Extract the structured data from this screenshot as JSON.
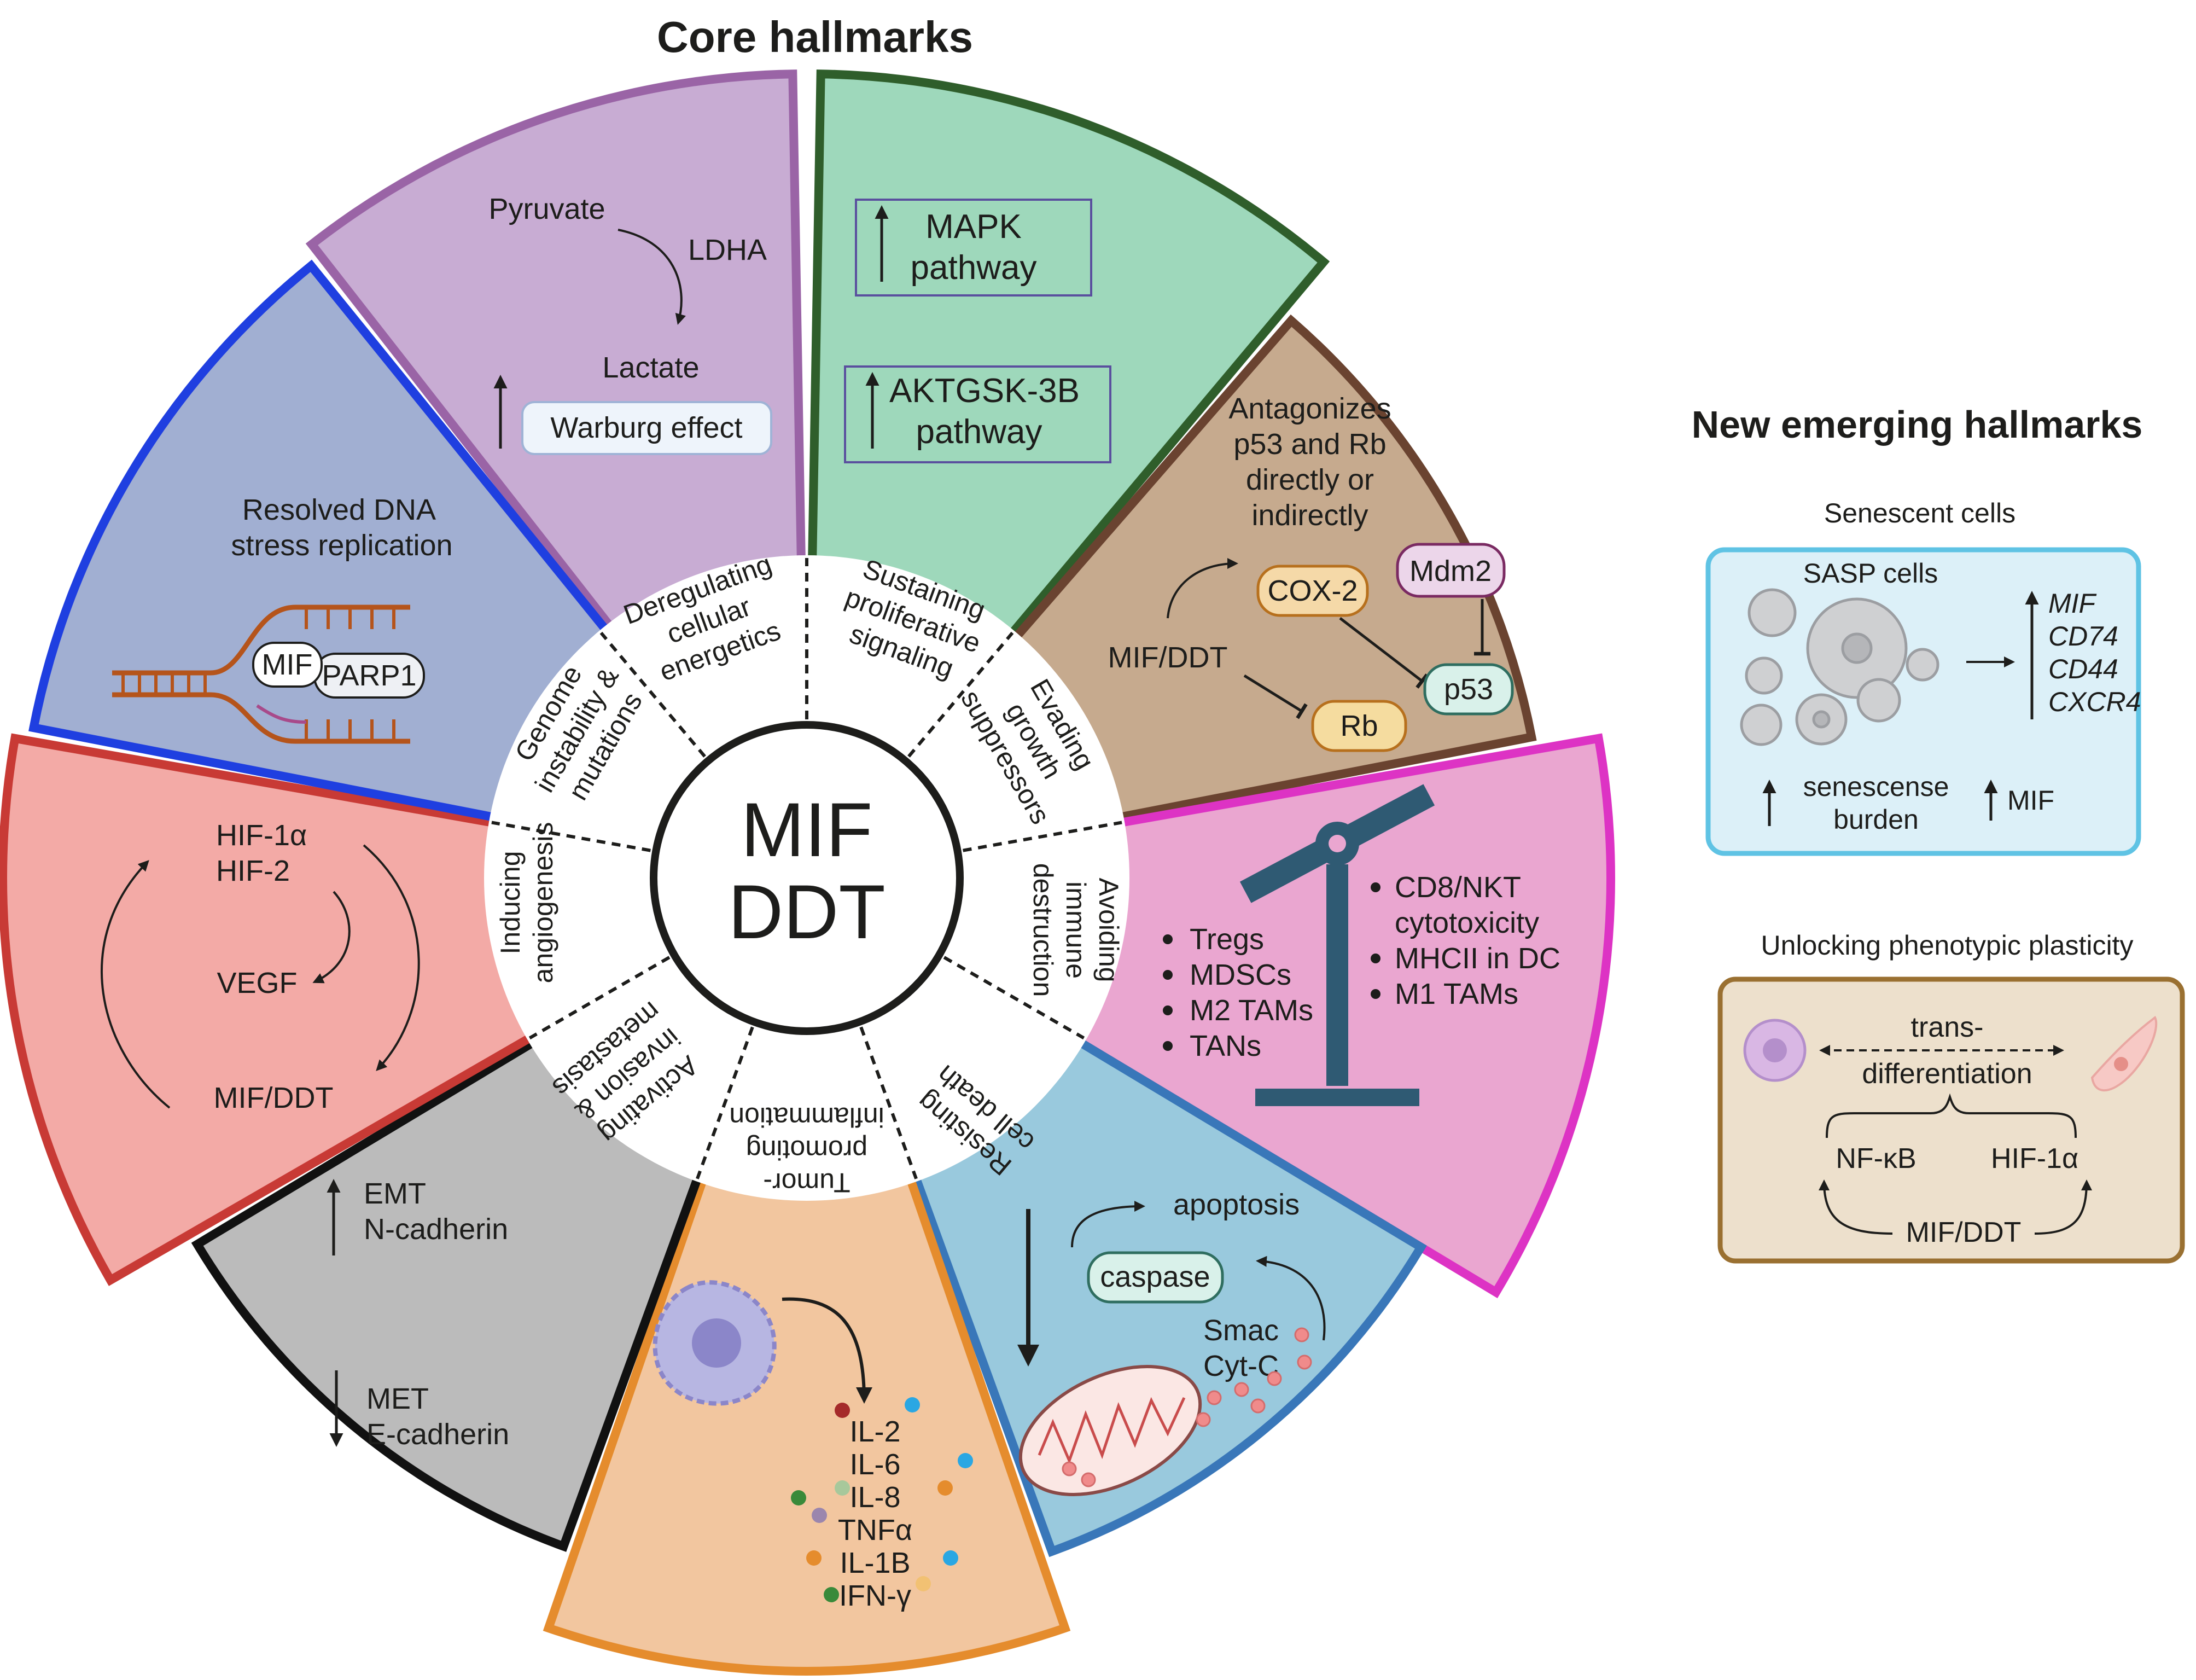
{
  "titles": {
    "core": "Core hallmarks",
    "emerging": "New emerging hallmarks"
  },
  "center": {
    "line1": "MIF",
    "line2": "DDT"
  },
  "colors": {
    "energetics": "#c8acd3",
    "energetics_border": "#9a64a6",
    "proliferative": "#9ed8bb",
    "proliferative_border": "#2f5e2b",
    "growth": "#c6aa8e",
    "growth_border": "#6a4330",
    "immune": "#eaa6d0",
    "immune_border": "#dd33c4",
    "death": "#99c9dd",
    "death_border": "#3977b9",
    "inflammation": "#f2c69f",
    "inflammation_border": "#e58c2d",
    "invasion": "#bbbbbb",
    "invasion_border": "#111111",
    "angiogenesis": "#f3aaa6",
    "angiogenesis_border": "#c83a35",
    "genome": "#a1afd2",
    "genome_border": "#1f3fe0"
  },
  "inner_labels": {
    "energetics": [
      "Deregulating",
      "cellular",
      "energetics"
    ],
    "proliferative": [
      "Sustaining",
      "proliferative",
      "signaling"
    ],
    "growth": [
      "Evading",
      "growth",
      "suppressors"
    ],
    "immune": [
      "Avoiding",
      "immune",
      "destruction"
    ],
    "death": [
      "Resisting",
      "cell death"
    ],
    "inflammation": [
      "Tumor-",
      "promoting",
      "inflammation"
    ],
    "invasion": [
      "Activating",
      "invasion &",
      "metastasis"
    ],
    "angiogenesis": [
      "Inducing",
      "angiogenesis"
    ],
    "genome": [
      "Genome",
      "instability &",
      "mutations"
    ]
  },
  "energetics": {
    "pyruvate": "Pyruvate",
    "enzyme": "LDHA",
    "lactate": "Lactate",
    "effect": "Warburg effect"
  },
  "proliferative": {
    "box1": [
      "MAPK",
      "pathway"
    ],
    "box2": [
      "AKTGSK-3B",
      "pathway"
    ]
  },
  "growth": {
    "text": [
      "Antagonizes",
      "p53 and Rb",
      "directly or",
      "indirectly"
    ],
    "cox2": "COX-2",
    "mdm2": "Mdm2",
    "mif": "MIF/DDT",
    "p53": "p53",
    "rb": "Rb"
  },
  "immune": {
    "left_list": [
      "Tregs",
      "MDSCs",
      "M2 TAMs",
      "TANs"
    ],
    "right_list": [
      "CD8/NKT",
      "cytotoxicity",
      "MHCII in DC",
      "M1 TAMs"
    ]
  },
  "death": {
    "apoptosis": "apoptosis",
    "caspase": "caspase",
    "smac": "Smac",
    "cytc": "Cyt-C"
  },
  "inflammation": {
    "cytokines": [
      "IL-2",
      "IL-6",
      "IL-8",
      "TNFα",
      "IL-1B",
      "IFN-γ"
    ]
  },
  "invasion": {
    "up": [
      "EMT",
      "N-cadherin"
    ],
    "down": [
      "MET",
      "E-cadherin"
    ]
  },
  "angiogenesis": {
    "hif": [
      "HIF-1α",
      "HIF-2"
    ],
    "vegf": "VEGF",
    "mif": "MIF/DDT"
  },
  "genome": {
    "text": [
      "Resolved DNA",
      "stress replication"
    ],
    "mif": "MIF",
    "parp": "PARP1"
  },
  "senescent": {
    "title": "Senescent cells",
    "sasp": "SASP cells",
    "genes": [
      "MIF",
      "CD74",
      "CD44",
      "CXCR4"
    ],
    "burden": [
      "senescense",
      "burden"
    ],
    "mif": "MIF"
  },
  "plasticity": {
    "title": "Unlocking phenotypic plasticity",
    "trans": [
      "trans-",
      "differentiation"
    ],
    "nfkb": "NF-κB",
    "hif": "HIF-1α",
    "mif": "MIF/DDT"
  }
}
